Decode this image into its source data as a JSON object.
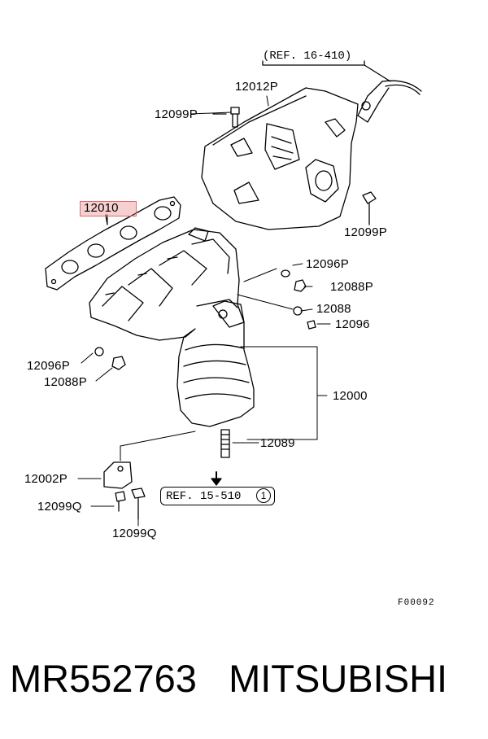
{
  "ref_top": "(REF. 16-410)",
  "ref_bottom_text": "REF. 15-510",
  "ref_bottom_circle": "1",
  "figure_id": "F00092",
  "footer_text": "MR552763   MITSUBISHI",
  "labels": {
    "p12012P": "12012P",
    "p12099P_top": "12099P",
    "p12010": "12010",
    "p12099P_right": "12099P",
    "p12096P_right": "12096P",
    "p12088P_right": "12088P",
    "p12088": "12088",
    "p12096": "12096",
    "p12096P_left": "12096P",
    "p12088P_left": "12088P",
    "p12000": "12000",
    "p12089": "12089",
    "p12002P": "12002P",
    "p12099Q_left": "12099Q",
    "p12099Q_bottom": "12099Q"
  },
  "highlight_color": "#e06a6a"
}
